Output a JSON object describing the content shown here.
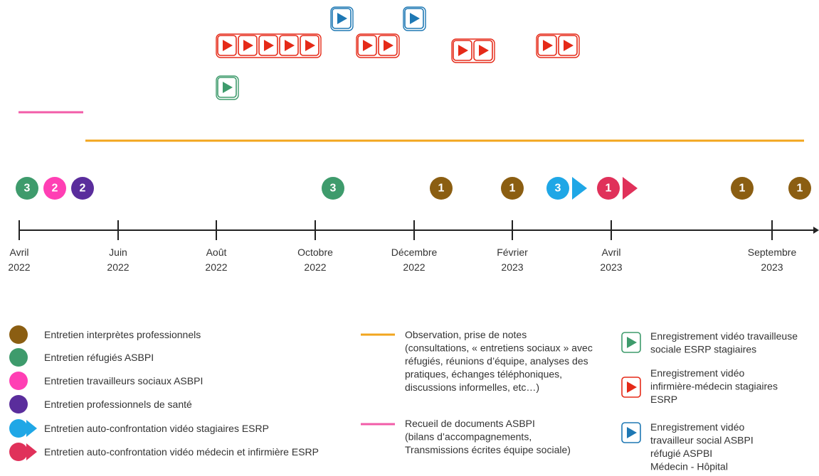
{
  "colors": {
    "interpretes": "#8B5E12",
    "refugies": "#3E9B6C",
    "travailleurs": "#FF3FB4",
    "sante": "#5A2D9C",
    "autoconf_stagiaires": "#1FA7E6",
    "autoconf_medecin": "#E0315A",
    "video_green": "#3E9B6C",
    "video_red": "#E52A18",
    "video_blue": "#1E78B4",
    "observation_line": "#F2A61E",
    "recueil_line": "#F25CA8",
    "axis": "#222222"
  },
  "axis": {
    "ticks": [
      {
        "month": "Avril",
        "year": "2022"
      },
      {
        "month": "Juin",
        "year": "2022"
      },
      {
        "month": "Août",
        "year": "2022"
      },
      {
        "month": "Octobre",
        "year": "2022"
      },
      {
        "month": "Décembre",
        "year": "2022"
      },
      {
        "month": "Février",
        "year": "2023"
      },
      {
        "month": "Avril",
        "year": "2023"
      },
      {
        "month": "Septembre",
        "year": "2023"
      }
    ]
  },
  "badges": [
    {
      "type": "refugies",
      "count": "3"
    },
    {
      "type": "travailleurs",
      "count": "2"
    },
    {
      "type": "sante",
      "count": "2"
    },
    {
      "type": "refugies",
      "count": "3"
    },
    {
      "type": "interpretes",
      "count": "1"
    },
    {
      "type": "interpretes",
      "count": "1"
    },
    {
      "type": "autoconf_stagiaires",
      "count": "3"
    },
    {
      "type": "autoconf_medecin",
      "count": "1"
    },
    {
      "type": "interpretes",
      "count": "1"
    },
    {
      "type": "interpretes",
      "count": "1"
    }
  ],
  "video_groups": [
    {
      "color": "video_blue",
      "count": 1
    },
    {
      "color": "video_blue",
      "count": 1
    },
    {
      "color": "video_red",
      "count": 5
    },
    {
      "color": "video_red",
      "count": 2
    },
    {
      "color": "video_red",
      "count": 2
    },
    {
      "color": "video_red",
      "count": 2
    },
    {
      "color": "video_green",
      "count": 1
    }
  ],
  "periods": [
    {
      "type": "recueil"
    },
    {
      "type": "observation"
    }
  ],
  "legend": {
    "interpretes": "Entretien interprètes professionnels",
    "refugies": "Entretien réfugiés ASBPI",
    "travailleurs": "Entretien travailleurs sociaux ASBPI",
    "sante": "Entretien professionnels de santé",
    "autoconf_stagiaires": "Entretien auto-confrontation vidéo stagiaires ESRP",
    "autoconf_medecin": "Entretien auto-confrontation vidéo médecin et infirmière ESRP",
    "observation": [
      "Observation, prise de notes",
      "(consultations, « entretiens sociaux » avec",
      "réfugiés, réunions d’équipe, analyses des",
      "pratiques, échanges téléphoniques,",
      "discussions informelles, etc…)"
    ],
    "recueil": [
      "Recueil de documents ASBPI",
      "(bilans d’accompagnements,",
      "Transmissions écrites équipe sociale)"
    ],
    "video_green": [
      "Enregistrement vidéo travailleuse",
      "sociale ESRP stagiaires"
    ],
    "video_red": [
      "Enregistrement vidéo",
      "infirmière-médecin stagiaires",
      "ESRP"
    ],
    "video_blue": [
      "Enregistrement vidéo",
      "travailleur social ASBPI",
      "réfugié ASPBI",
      "Médecin - Hôpital"
    ]
  }
}
